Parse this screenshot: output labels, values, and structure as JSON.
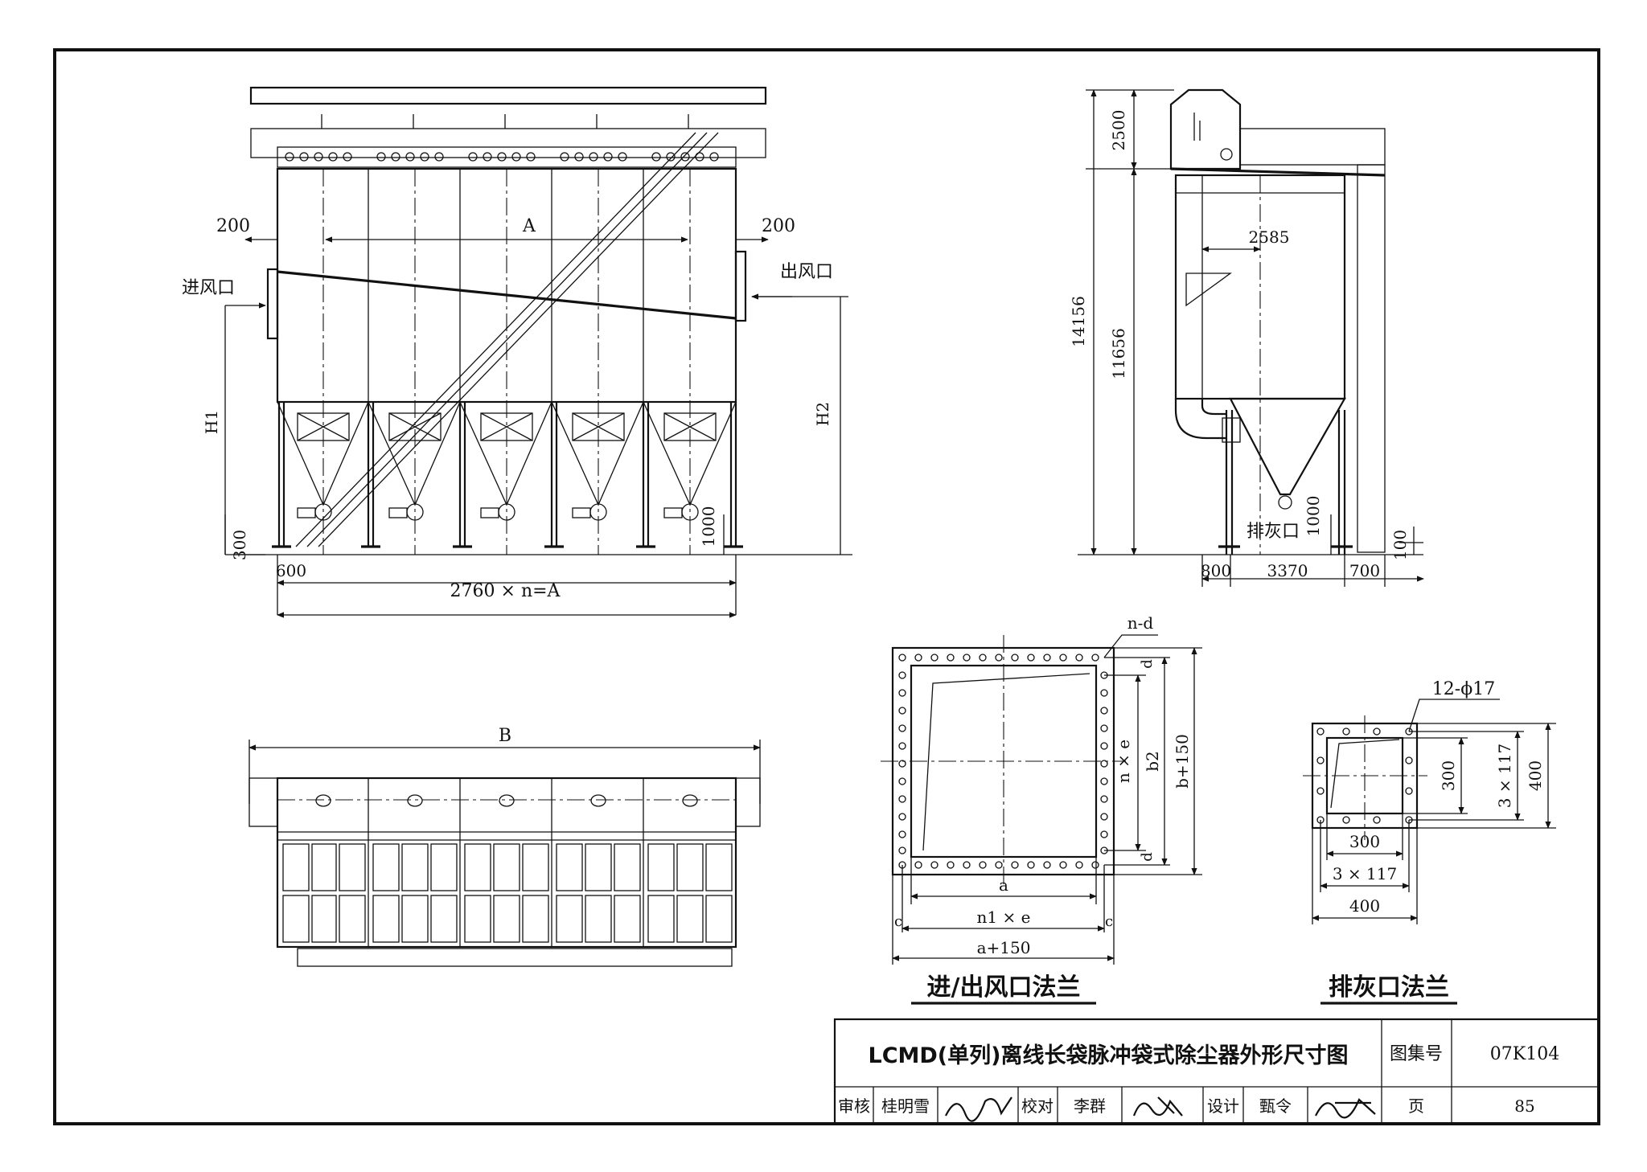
{
  "front_view": {
    "dim_left_offset": "200",
    "dim_width_label": "A",
    "dim_right_offset": "200",
    "inlet_label": "进风口",
    "outlet_label": "出风口",
    "h1_label": "H1",
    "h2_label": "H2",
    "dim_base_300": "300",
    "dim_1000": "1000",
    "dim_600": "600",
    "dim_total": "2760 × n=A"
  },
  "side_view": {
    "dim_2500": "2500",
    "dim_14156": "14156",
    "dim_11656": "11656",
    "dim_2585": "2585",
    "ash_outlet_label": "排灰口",
    "dim_1000": "1000",
    "dim_100": "100",
    "dim_800": "800",
    "dim_3370": "3370",
    "dim_700": "700"
  },
  "plan_view": {
    "dim_width_label": "B"
  },
  "air_flange": {
    "hole_label": "n-d",
    "dim_d_top": "d",
    "dim_nxe": "n × e",
    "dim_b2": "b2",
    "dim_b150": "b+150",
    "dim_d_bottom": "d",
    "dim_a": "a",
    "dim_n1e": "n1 × e",
    "dim_c_left": "c",
    "dim_c_right": "c",
    "dim_a150": "a+150",
    "caption": "进/出风口法兰"
  },
  "ash_flange": {
    "hole_label": "12-ϕ17",
    "dim_300_v": "300",
    "dim_3x117_v": "3 × 117",
    "dim_400_v": "400",
    "dim_300_h": "300",
    "dim_3x117_h": "3 × 117",
    "dim_400_h": "400",
    "caption": "排灰口法兰"
  },
  "title_block": {
    "title": "LCMD(单列)离线长袋脉冲袋式除尘器外形尺寸图",
    "atlas_label": "图集号",
    "atlas_no": "07K104",
    "review_label": "审核",
    "reviewer": "桂明雪",
    "check_label": "校对",
    "checker": "李群",
    "design_label": "设计",
    "designer": "甄令",
    "page_label": "页",
    "page_no": "85"
  }
}
